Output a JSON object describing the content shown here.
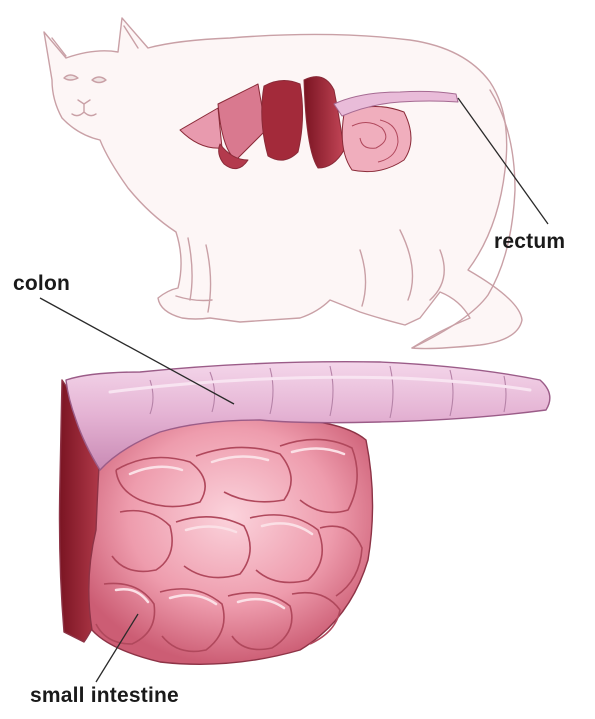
{
  "labels": {
    "rectum": "rectum",
    "colon": "colon",
    "small_intestine": "small intestine"
  },
  "colors": {
    "outline": "#c9a0a6",
    "colon": "#e6b6d6",
    "intestine": "#e58a9c",
    "organ_dark": "#8e1f2d",
    "leader_line": "#2a2a2a"
  }
}
